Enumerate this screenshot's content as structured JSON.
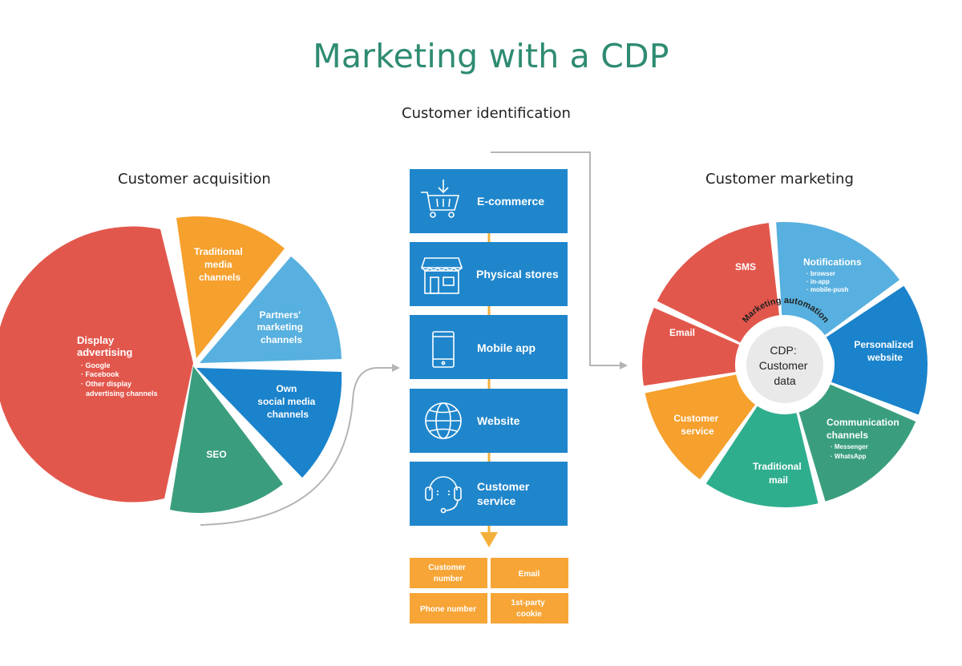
{
  "title": "Marketing with a CDP",
  "sections": {
    "acquisition": "Customer acquisition",
    "identification": "Customer identification",
    "marketing": "Customer marketing"
  },
  "acquisition_pie": {
    "display": {
      "label": [
        "Display",
        "advertising"
      ],
      "bullets": [
        "· Google",
        "· Facebook",
        "· Other display",
        "  advertising channels"
      ]
    },
    "traditional": [
      "Traditional",
      "media",
      "channels"
    ],
    "partners": [
      "Partners'",
      "marketing",
      "channels"
    ],
    "own_social": [
      "Own",
      "social media",
      "channels"
    ],
    "seo": [
      "SEO"
    ]
  },
  "identification_channels": [
    {
      "label": [
        "E-commerce"
      ],
      "icon": "shopping-cart-icon"
    },
    {
      "label": [
        "Physical stores"
      ],
      "icon": "storefront-icon"
    },
    {
      "label": [
        "Mobile app"
      ],
      "icon": "smartphone-icon"
    },
    {
      "label": [
        "Website"
      ],
      "icon": "globe-icon"
    },
    {
      "label": [
        "Customer",
        "service"
      ],
      "icon": "headset-icon"
    }
  ],
  "identifiers": [
    {
      "label": [
        "Customer",
        "number"
      ]
    },
    {
      "label": [
        "Email"
      ]
    },
    {
      "label": [
        "Phone number"
      ]
    },
    {
      "label": [
        "1st-party",
        "cookie"
      ]
    }
  ],
  "marketing_ring": {
    "center": [
      "CDP:",
      "Customer",
      "data"
    ],
    "arc_label": "Marketing automation",
    "segments": {
      "sms": {
        "label": [
          "SMS"
        ]
      },
      "notifications": {
        "label": [
          "Notifications"
        ],
        "bullets": [
          "· browser",
          "· in-app",
          "· mobile-push"
        ]
      },
      "personalized": {
        "label": [
          "Personalized",
          "website"
        ]
      },
      "communication": {
        "label": [
          "Communication",
          "channels"
        ],
        "bullets": [
          "· Messenger",
          "· WhatsApp"
        ]
      },
      "traditional_mail": {
        "label": [
          "Traditional",
          "mail"
        ]
      },
      "customer_service": {
        "label": [
          "Customer",
          "service"
        ]
      },
      "email": {
        "label": [
          "Email"
        ]
      }
    }
  },
  "colors": {
    "title": "#2e8b72",
    "red": "#e2574c",
    "orange": "#f6a02d",
    "light_blue": "#57b0df",
    "blue": "#1a83cc",
    "green": "#3a9e7e",
    "teal": "#2fae8e",
    "channel_box": "#1f86cc",
    "identifier_box": "#f7a537",
    "connector": "#f3b03c",
    "arrow": "#b5b5b5"
  }
}
